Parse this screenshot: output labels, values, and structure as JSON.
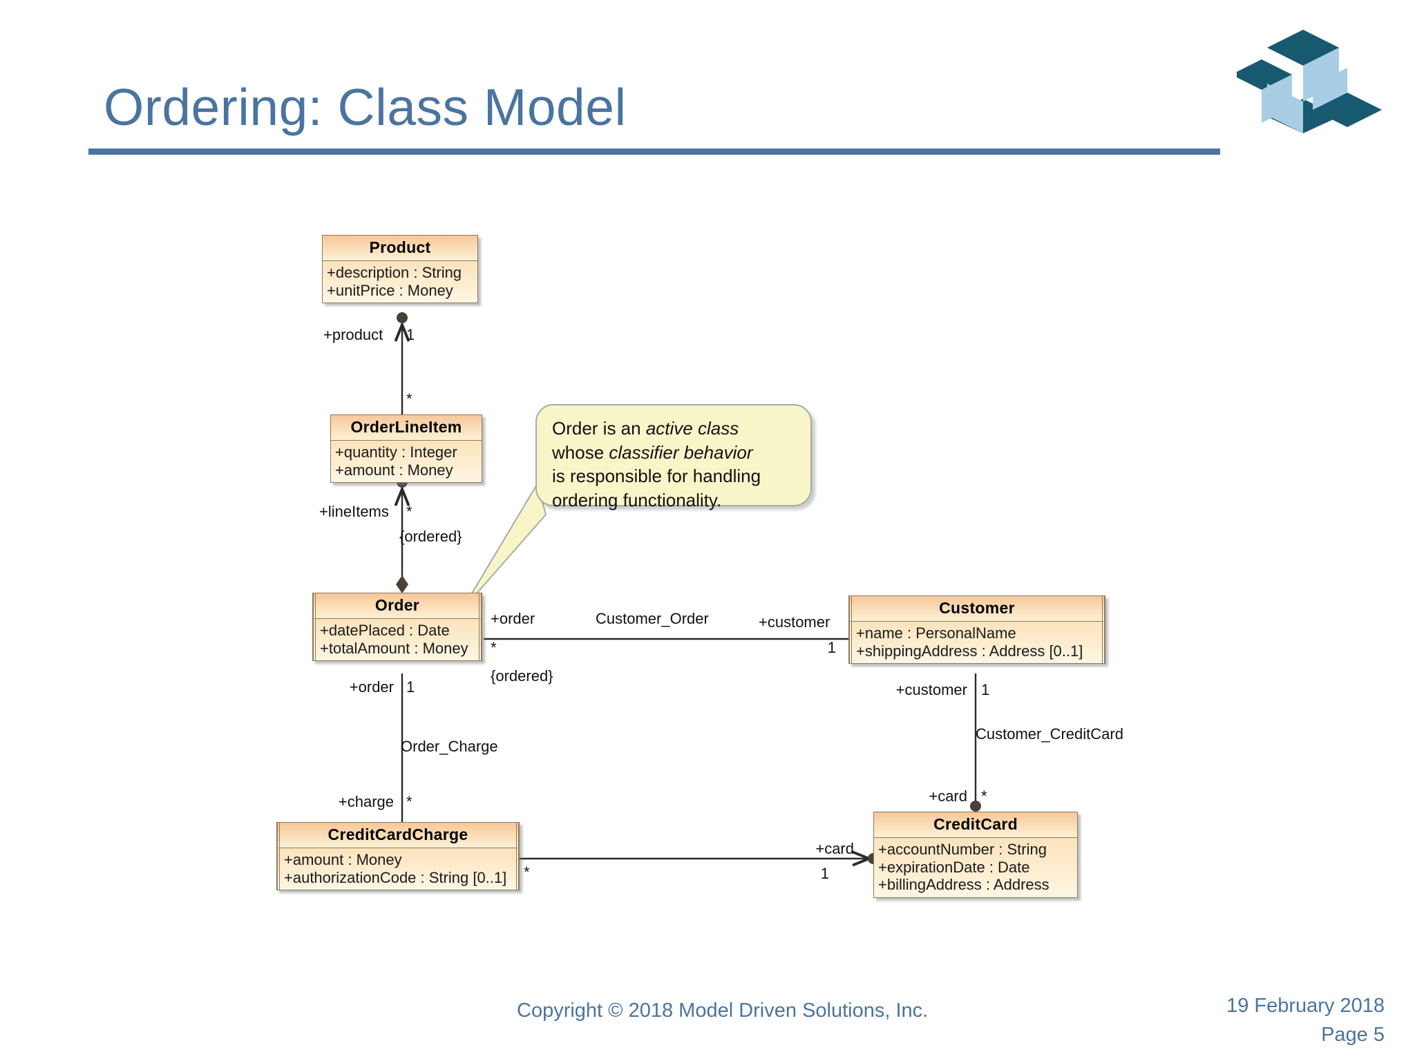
{
  "slide": {
    "title": "Ordering: Class Model",
    "accent_color": "#4a74a0",
    "footer": {
      "copyright": "Copyright © 2018 Model Driven Solutions, Inc.",
      "date": "19 February 2018",
      "page": "Page 5"
    }
  },
  "logo": {
    "name": "model-driven-solutions-logo",
    "dark_color": "#1b5e7e",
    "light_color": "#a9cde4"
  },
  "diagram": {
    "type": "uml-class-diagram",
    "classes": [
      {
        "id": "product",
        "name": "Product",
        "active": false,
        "attributes": [
          "+description : String",
          "+unitPrice : Money"
        ]
      },
      {
        "id": "orderlineitem",
        "name": "OrderLineItem",
        "active": false,
        "attributes": [
          "+quantity : Integer",
          "+amount : Money"
        ]
      },
      {
        "id": "order",
        "name": "Order",
        "active": true,
        "attributes": [
          "+datePlaced : Date",
          "+totalAmount : Money"
        ]
      },
      {
        "id": "customer",
        "name": "Customer",
        "active": true,
        "attributes": [
          "+name : PersonalName",
          "+shippingAddress : Address [0..1]"
        ]
      },
      {
        "id": "creditcardcharge",
        "name": "CreditCardCharge",
        "active": true,
        "attributes": [
          "+amount : Money",
          "+authorizationCode : String [0..1]"
        ]
      },
      {
        "id": "creditcard",
        "name": "CreditCard",
        "active": false,
        "attributes": [
          "+accountNumber : String",
          "+expirationDate : Date",
          "+billingAddress : Address"
        ]
      }
    ],
    "associations": [
      {
        "id": "product-orderlineitem",
        "name": "",
        "from": "OrderLineItem",
        "to": "Product",
        "end_role": "+product",
        "end_multiplicity": "1",
        "source_multiplicity": "*"
      },
      {
        "id": "orderlineitem-order",
        "name": "",
        "from": "Order",
        "to": "OrderLineItem",
        "end_role": "+lineItems",
        "end_multiplicity": "*",
        "constraint": "{ordered}"
      },
      {
        "id": "customer-order",
        "name": "Customer_Order",
        "from": "Order",
        "to": "Customer",
        "source_role": "+order",
        "source_multiplicity": "*",
        "source_constraint": "{ordered}",
        "target_role": "+customer",
        "target_multiplicity": "1"
      },
      {
        "id": "order-charge",
        "name": "Order_Charge",
        "from": "Order",
        "to": "CreditCardCharge",
        "source_role": "+order",
        "source_multiplicity": "1",
        "target_role": "+charge",
        "target_multiplicity": "*"
      },
      {
        "id": "customer-creditcard",
        "name": "Customer_CreditCard",
        "from": "Customer",
        "to": "CreditCard",
        "source_role": "+customer",
        "source_multiplicity": "1",
        "target_role": "+card",
        "target_multiplicity": "*"
      },
      {
        "id": "charge-card",
        "name": "",
        "from": "CreditCardCharge",
        "to": "CreditCard",
        "source_multiplicity": "*",
        "target_role": "+card",
        "target_multiplicity": "1"
      }
    ],
    "note": {
      "id": "order-active-class-note",
      "lines": [
        {
          "plain_a": "Order is an ",
          "italic": "active class",
          "plain_b": ""
        },
        {
          "plain_a": "whose ",
          "italic": "classifier behavior",
          "plain_b": ""
        },
        {
          "plain_a": "is responsible for handling",
          "italic": "",
          "plain_b": ""
        },
        {
          "plain_a": "ordering functionality.",
          "italic": "",
          "plain_b": ""
        }
      ],
      "background": "#f8f6c8",
      "anchor": "Order"
    },
    "labels": {
      "product_role": "+product",
      "product_mult": "1",
      "lineitem_star_top": "*",
      "lineitems_role": "+lineItems",
      "lineitems_mult": "*",
      "lineitems_ordered": "{ordered}",
      "order_role_right": "+order",
      "order_mult_right": "*",
      "order_ordered_right": "{ordered}",
      "customer_order_name": "Customer_Order",
      "customer_role": "+customer",
      "customer_mult": "1",
      "order_role_bottom": "+order",
      "order_mult_bottom": "1",
      "order_charge_name": "Order_Charge",
      "charge_role": "+charge",
      "charge_mult": "*",
      "customer_role_bottom": "+customer",
      "customer_mult_bottom": "1",
      "customer_creditcard_name": "Customer_CreditCard",
      "card_role_left": "+card",
      "card_mult_left": "*",
      "charge_star_right": "*",
      "card_role_right": "+card",
      "card_mult_right": "1"
    }
  }
}
